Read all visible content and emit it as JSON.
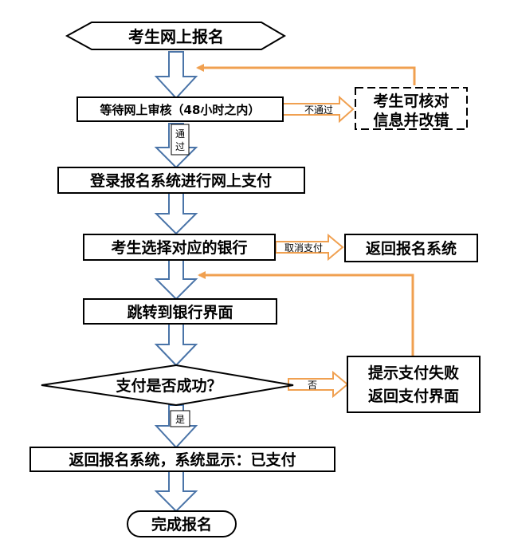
{
  "nodes": {
    "start": "考生网上报名",
    "review": "等待网上审核（48小时之内）",
    "modify_line1": "考生可核对",
    "modify_line2": "信息并改错",
    "login_pay": "登录报名系统进行网上支付",
    "choose_bank": "考生选择对应的银行",
    "return_system": "返回报名系统",
    "jump_bank": "跳转到银行界面",
    "decision": "支付是否成功？",
    "fail_line1": "提示支付失败",
    "fail_line2": "返回支付界面",
    "success": "返回报名系统，系统显示：已支付",
    "end": "完成报名"
  },
  "edges": {
    "pass_1": "通",
    "pass_2": "过",
    "not_pass": "不通过",
    "cancel_pay": "取消支付",
    "no": "否",
    "yes": "是"
  },
  "colors": {
    "blue_arrow_stroke": "#4a74a8",
    "orange_arrow": "#f0a050",
    "box_border": "#000000",
    "background": "#ffffff"
  }
}
